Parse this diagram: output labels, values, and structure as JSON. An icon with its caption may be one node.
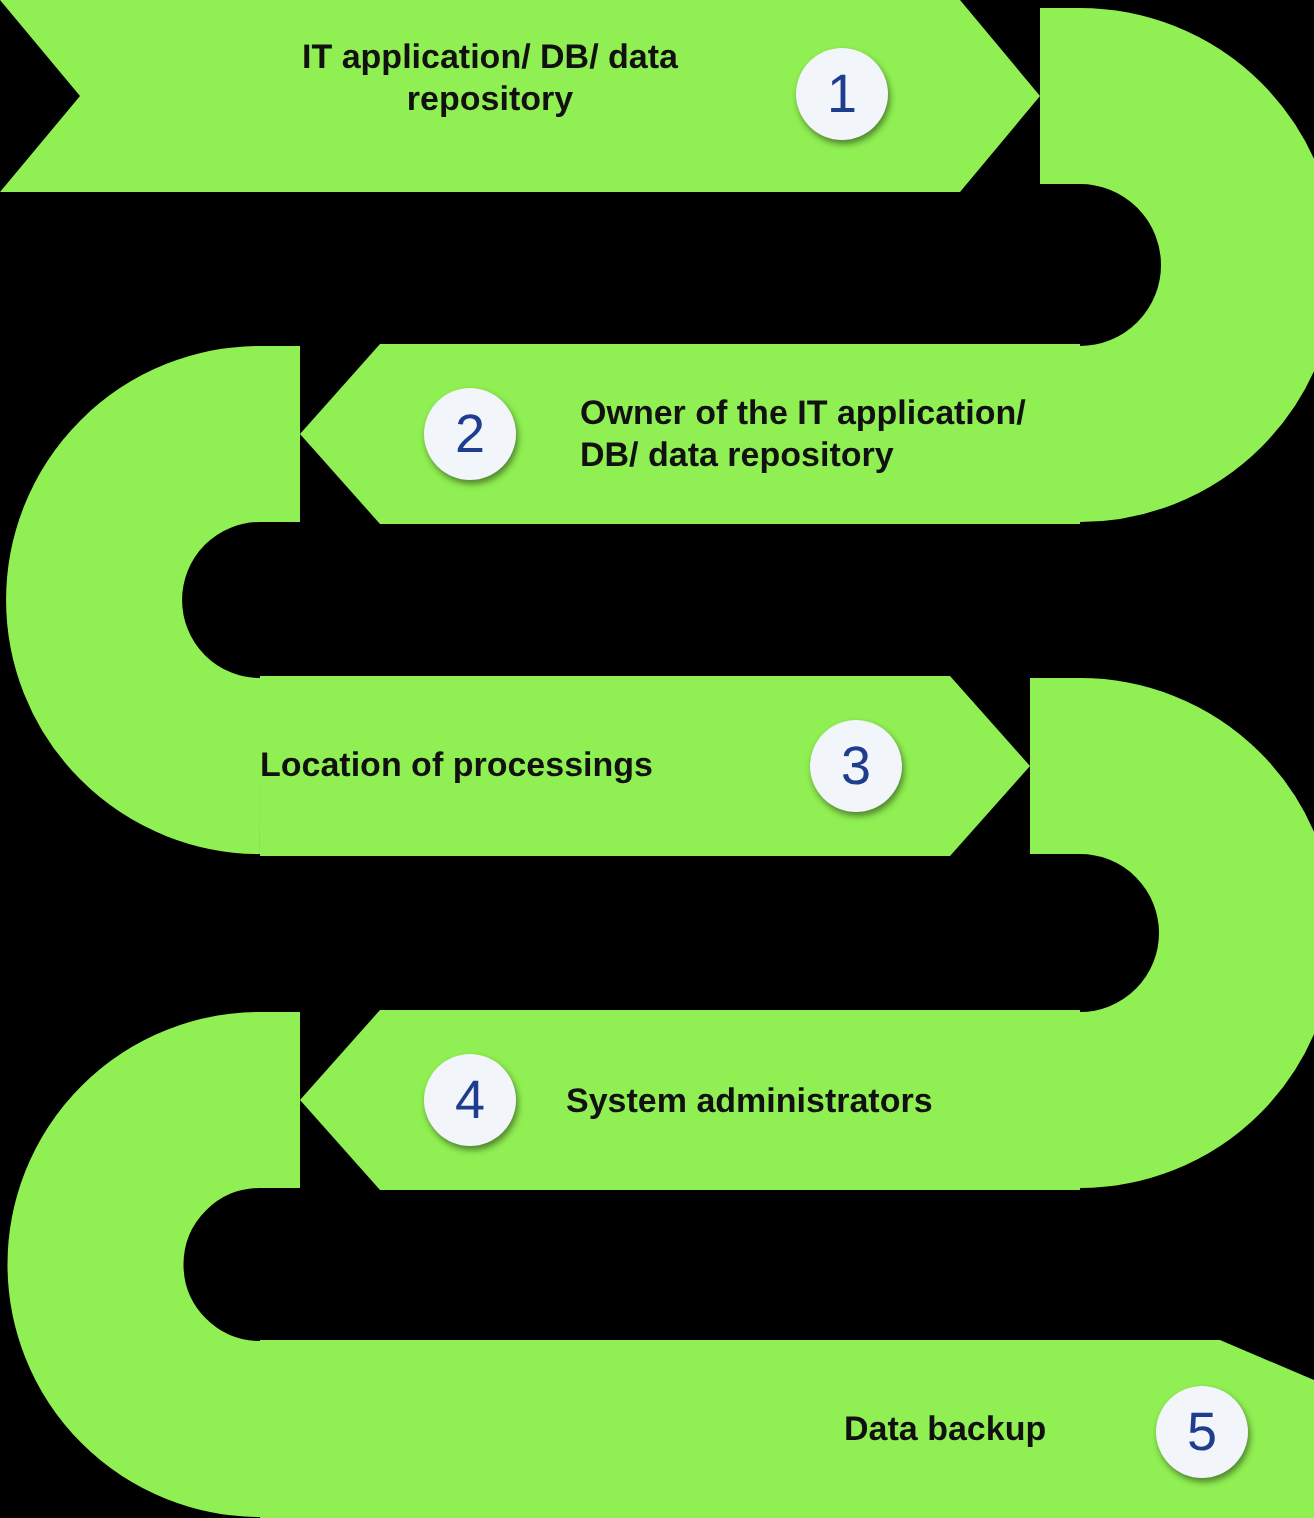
{
  "diagram": {
    "nodes": [
      {
        "text": [
          "IT application/ DB/ data repository"
        ]
      },
      {
        "text": [
          "1"
        ],
        "in": 0
      },
      {
        "text": [
          "Owner of the IT application/ DB/ data repository"
        ]
      },
      {
        "text": [
          "2"
        ],
        "in": 2
      },
      {
        "text": [
          "Location of processings"
        ]
      },
      {
        "text": [
          "3"
        ],
        "in": 4
      },
      {
        "text": [
          "System administrators"
        ]
      },
      {
        "text": [
          "4"
        ],
        "in": 6
      },
      {
        "text": [
          "Data backup"
        ]
      },
      {
        "text": [
          "5"
        ],
        "in": 8
      }
    ],
    "edges": [
      {
        "from": 0,
        "to": 2,
        "arrow": "none"
      },
      {
        "from": 2,
        "to": 4,
        "arrow": "none"
      },
      {
        "from": 4,
        "to": 6,
        "arrow": "none"
      },
      {
        "from": 6,
        "to": 8,
        "arrow": "none"
      }
    ]
  }
}
